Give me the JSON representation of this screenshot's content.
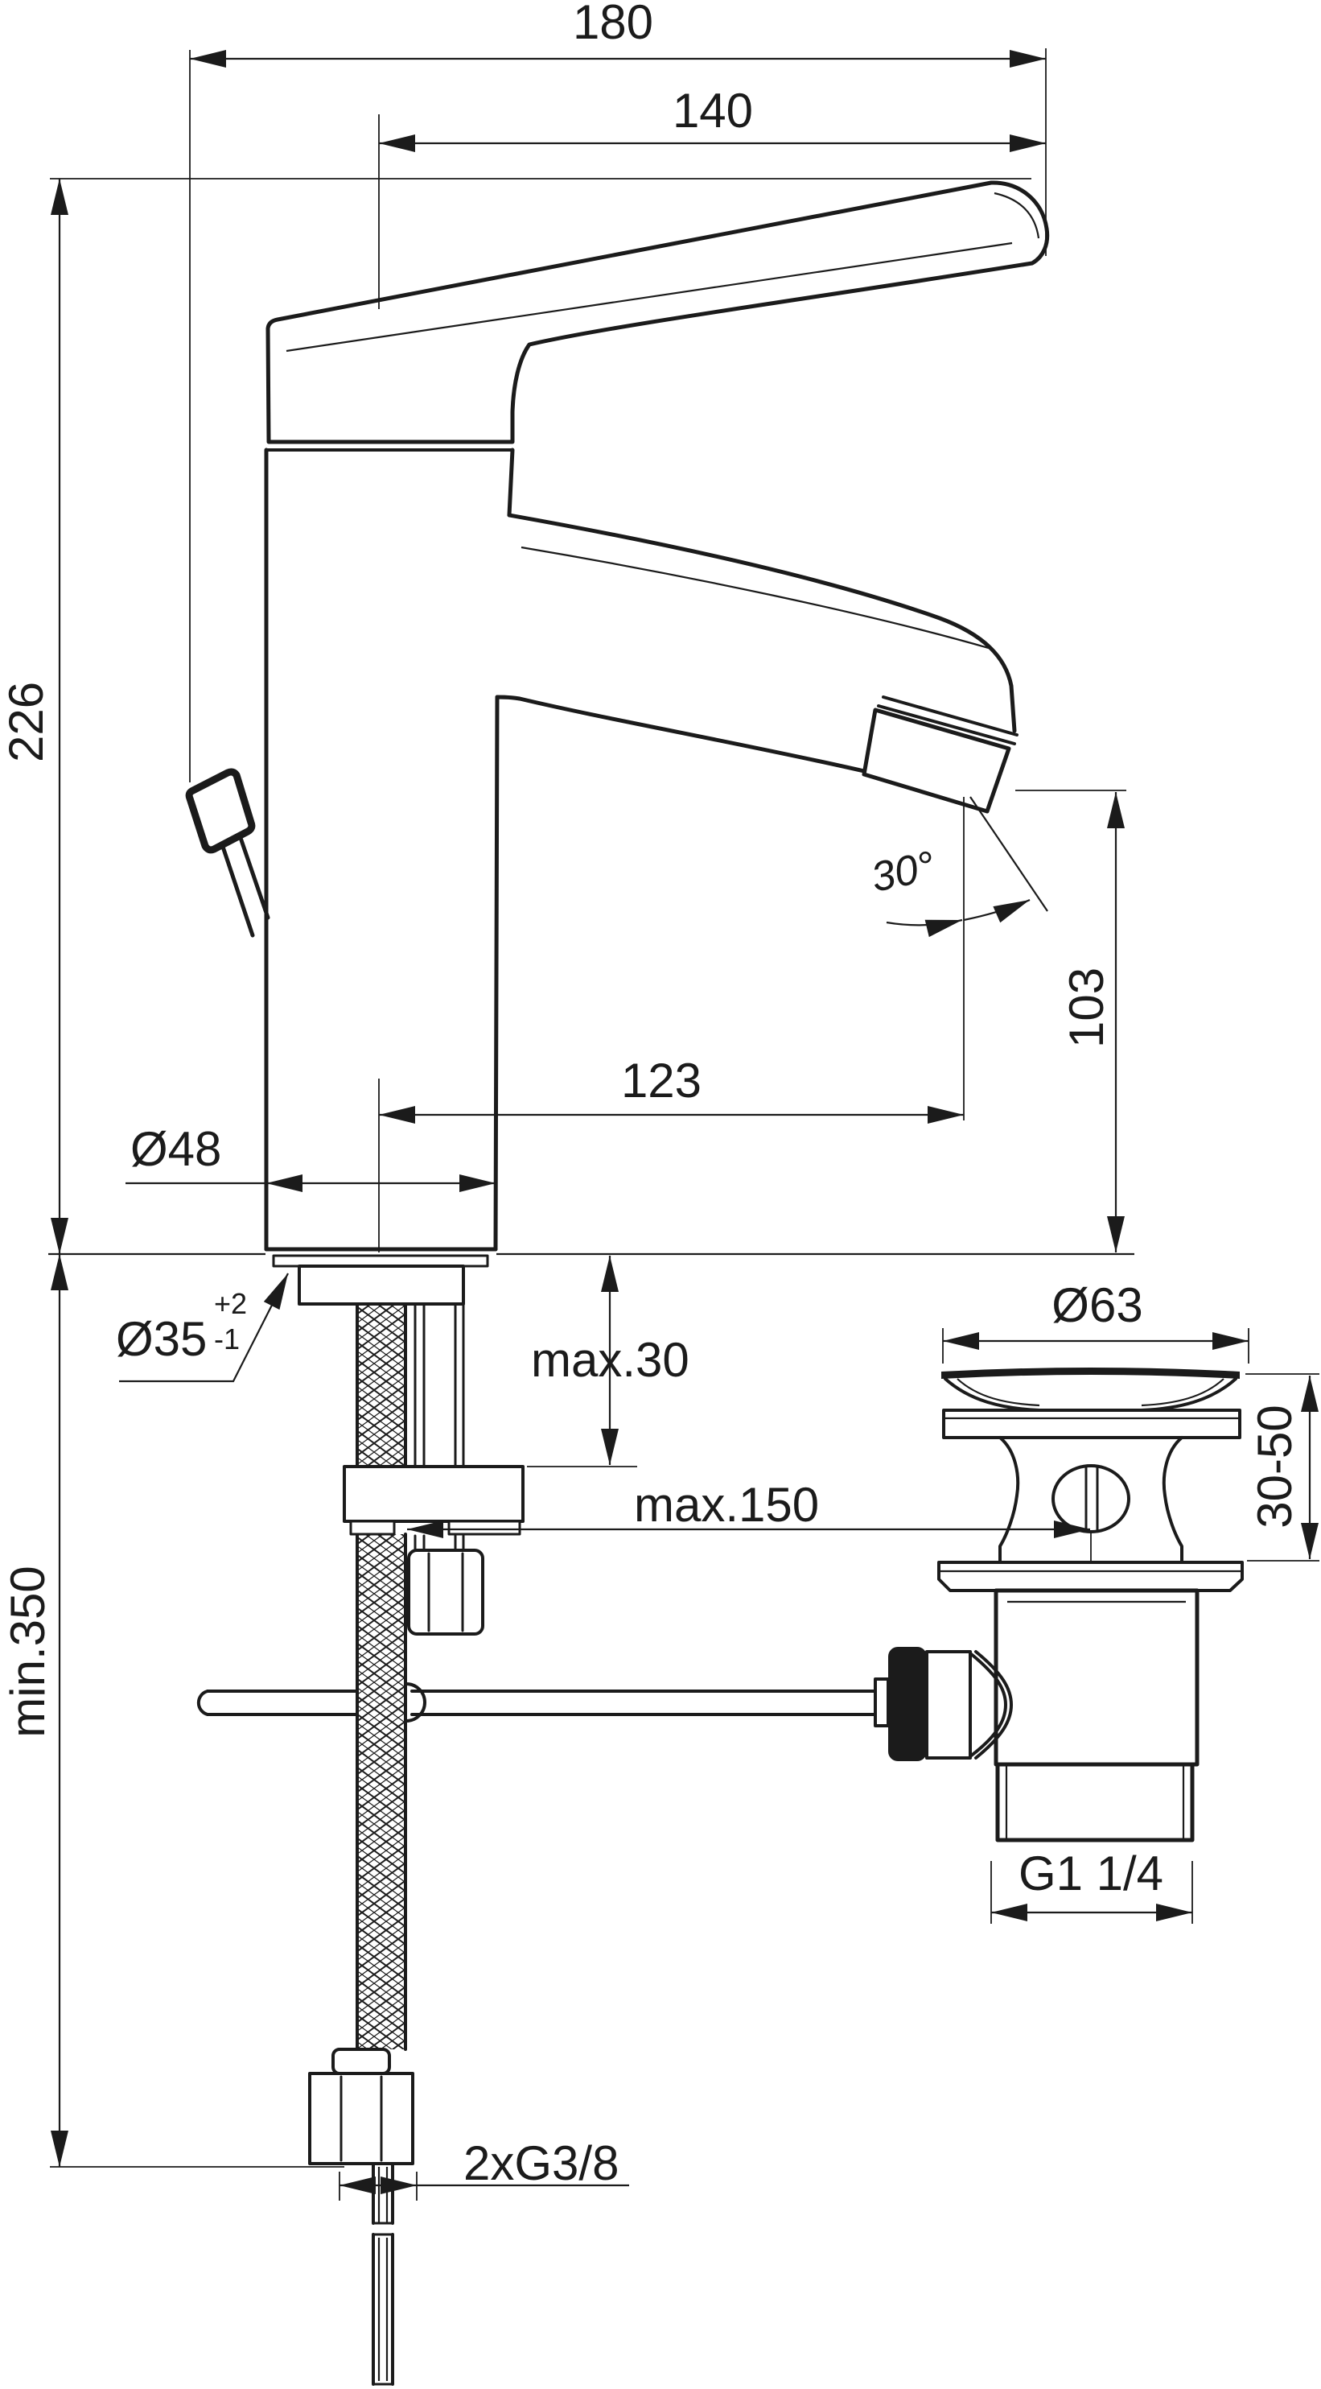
{
  "drawing": {
    "colors": {
      "ink": "#1b1b1b",
      "background": "#ffffff"
    },
    "units": "mm",
    "labels": {
      "overall_width": "180",
      "handle_reach": "140",
      "total_height": "226",
      "spout_angle": "30°",
      "outlet_height": "103",
      "spout_reach": "123",
      "body_diameter": "Ø48",
      "hole_diameter": "Ø35",
      "hole_tol_plus": "+2",
      "hole_tol_minus": "-1",
      "deck_thickness": "max.30",
      "flange_diameter": "Ø63",
      "basin_thickness_range": "30-50",
      "rod_reach": "max.150",
      "hose_length": "min.350",
      "waste_thread": "G1 1/4",
      "supply_thread": "2xG3/8"
    }
  }
}
